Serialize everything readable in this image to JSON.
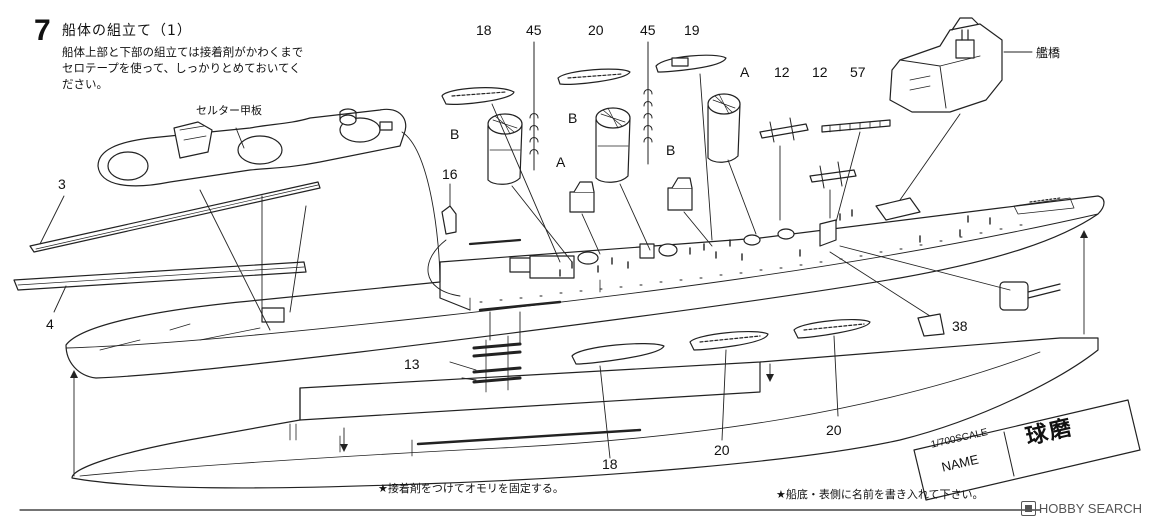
{
  "step": {
    "number": "7",
    "title": "船体の組立て（1）",
    "instructions": [
      "船体上部と下部の組立ては接着剤がかわくまで",
      "セロテープを使って、しっかりとめておいてく",
      "ださい。"
    ]
  },
  "labels": {
    "shelter_deck": "セルター甲板",
    "bridge": "艦橋",
    "part_18_top": "18",
    "part_45_a": "45",
    "part_20_top": "20",
    "part_45_b": "45",
    "part_19": "19",
    "part_A_1": "A",
    "part_12_a": "12",
    "part_12_b": "12",
    "part_57": "57",
    "part_B_1": "B",
    "part_B_2": "B",
    "part_A_2": "A",
    "part_B_3": "B",
    "part_16": "16",
    "part_3": "3",
    "part_4": "4",
    "part_13": "13",
    "part_38": "38",
    "part_18_bottom": "18",
    "part_20_bottom": "20",
    "part_20_right": "20"
  },
  "nameplate": {
    "scale": "1/700SCALE",
    "name_label": "NAME",
    "ship_name": "球磨"
  },
  "notes": {
    "weight": "★接着剤をつけてオモリを固定する。",
    "bottom": "★船底・表側に名前を書き入れて下さい。"
  },
  "watermark": {
    "brand": "HOBBY SEARCH"
  },
  "icons": [
    "hobby-search-logo-icon"
  ]
}
